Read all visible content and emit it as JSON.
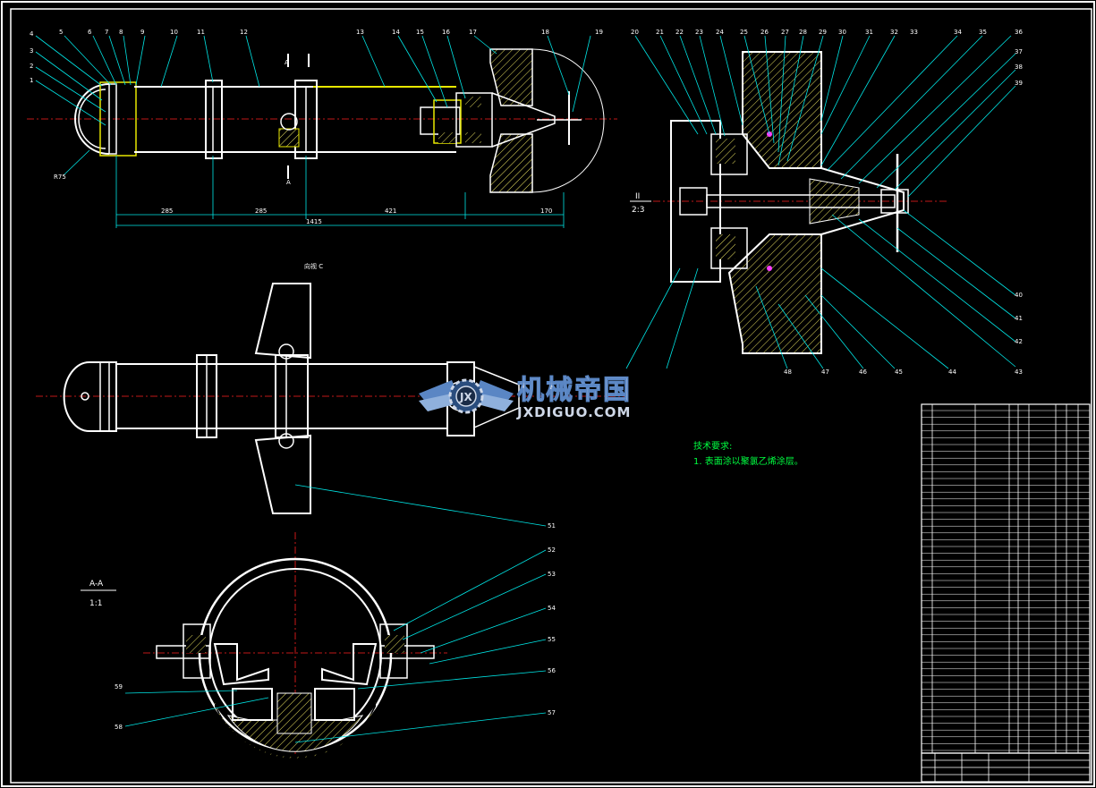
{
  "watermark": {
    "cn_text": "机械帝国",
    "en_text": "JXDIGUO.COM"
  },
  "view_labels": {
    "section_aa": "A-A",
    "section_scale": "1:1",
    "detail_id": "II",
    "detail_scale": "2:3",
    "view_c": "向视 C",
    "cut_a_top": "A",
    "cut_a_bottom": "A"
  },
  "tech_requirements": {
    "title": "技术要求:",
    "line1": "1. 表面涂以聚氯乙烯涂层。"
  },
  "part_numbers": [
    "1",
    "2",
    "3",
    "4",
    "5",
    "6",
    "7",
    "8",
    "9",
    "10",
    "11",
    "12",
    "13",
    "14",
    "15",
    "16",
    "17",
    "18",
    "19",
    "20",
    "21",
    "22",
    "23",
    "24",
    "25",
    "26",
    "27",
    "28",
    "29",
    "30",
    "31",
    "32",
    "33",
    "34",
    "35",
    "36",
    "37",
    "38",
    "39",
    "40",
    "41",
    "42",
    "43",
    "44",
    "45",
    "46",
    "47",
    "48",
    "51",
    "52",
    "53",
    "54",
    "55",
    "56",
    "57",
    "58",
    "59"
  ],
  "dimensions": {
    "d1": "285",
    "d2": "285",
    "d3": "421",
    "d4": "170",
    "overall": "1415",
    "radius": "R75"
  },
  "colors": {
    "outline": "#ffffff",
    "leader": "#00e5e5",
    "centerline": "#ff2020",
    "yellow": "#e8e800",
    "text_green": "#00ff40",
    "background": "#000000"
  }
}
